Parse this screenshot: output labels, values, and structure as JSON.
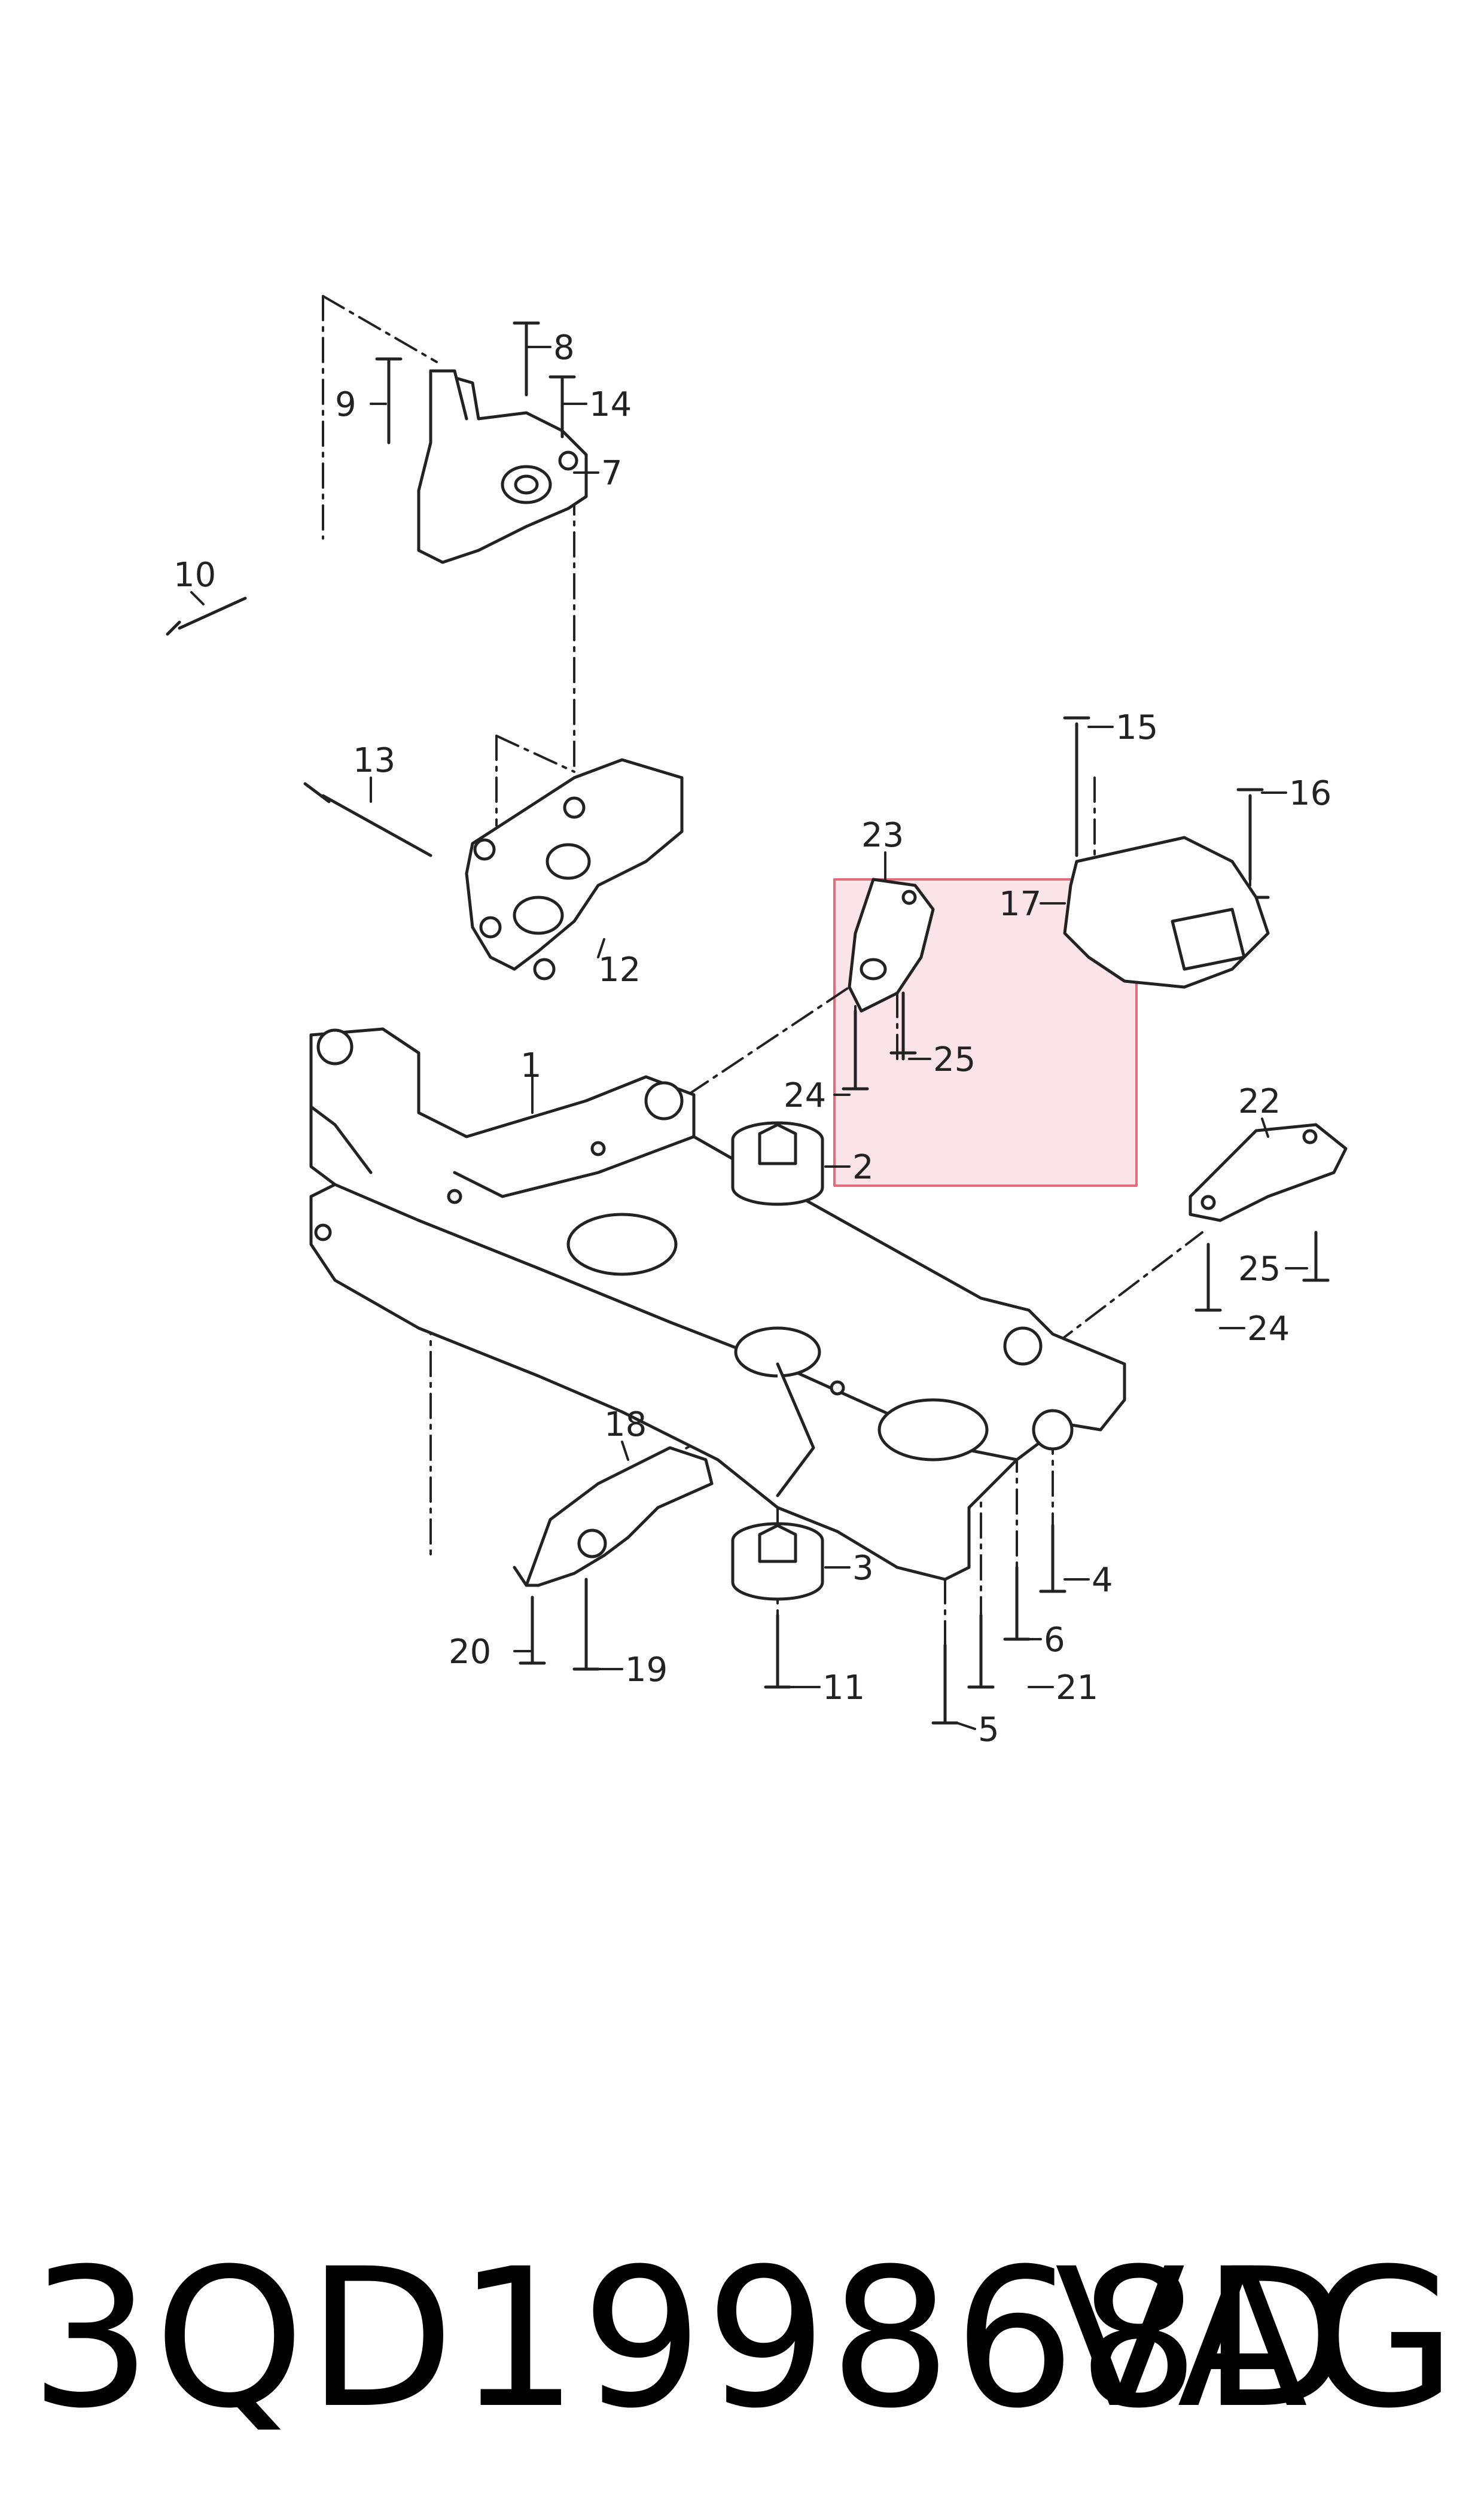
{
  "highlight_color": "#e36b7a",
  "callouts": [
    {
      "id": "c1",
      "label": "1"
    },
    {
      "id": "c2",
      "label": "2"
    },
    {
      "id": "c3",
      "label": "3"
    },
    {
      "id": "c4",
      "label": "4"
    },
    {
      "id": "c5",
      "label": "5"
    },
    {
      "id": "c6",
      "label": "6"
    },
    {
      "id": "c7",
      "label": "7"
    },
    {
      "id": "c8",
      "label": "8"
    },
    {
      "id": "c9",
      "label": "9"
    },
    {
      "id": "c10",
      "label": "10"
    },
    {
      "id": "c11",
      "label": "11"
    },
    {
      "id": "c12",
      "label": "12"
    },
    {
      "id": "c13",
      "label": "13"
    },
    {
      "id": "c14",
      "label": "14"
    },
    {
      "id": "c15",
      "label": "15"
    },
    {
      "id": "c16",
      "label": "16"
    },
    {
      "id": "c17",
      "label": "17"
    },
    {
      "id": "c18",
      "label": "18"
    },
    {
      "id": "c19",
      "label": "19"
    },
    {
      "id": "c20",
      "label": "20"
    },
    {
      "id": "c21",
      "label": "21"
    },
    {
      "id": "c22",
      "label": "22"
    },
    {
      "id": "c23",
      "label": "23"
    },
    {
      "id": "c24a",
      "label": "24"
    },
    {
      "id": "c24b",
      "label": "24"
    },
    {
      "id": "c25a",
      "label": "25"
    },
    {
      "id": "c25b",
      "label": "25"
    }
  ],
  "footer": {
    "part_number": "3QD199868D",
    "brand": "VAG"
  }
}
